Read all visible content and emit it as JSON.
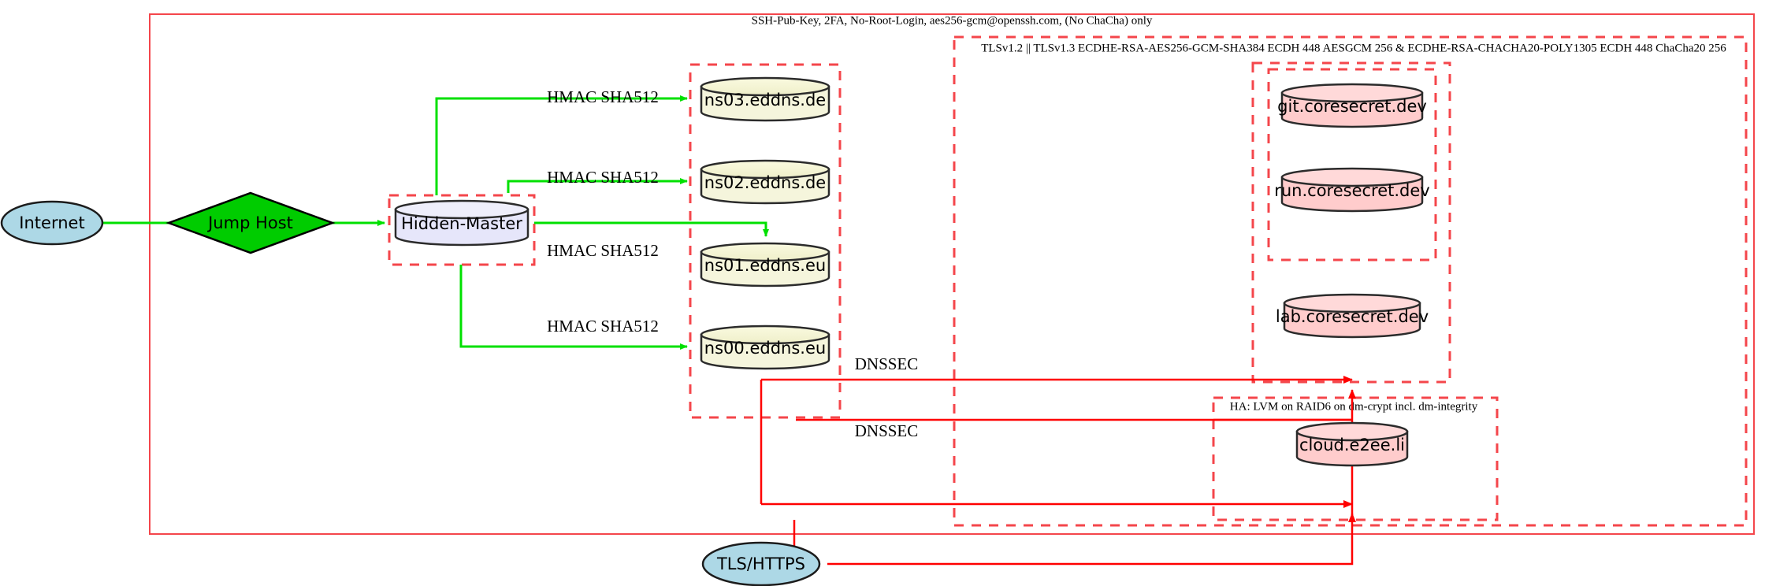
{
  "diagram": {
    "title_top": "SSH-Pub-Key, 2FA, No-Root-Login, aes256-gcm@openssh.com, (No ChaCha) only",
    "clusters": {
      "tls_policy": "TLSv1.2 || TLSv1.3 ECDHE-RSA-AES256-GCM-SHA384 ECDH 448 AESGCM 256 & ECDHE-RSA-CHACHA20-POLY1305 ECDH 448 ChaCha20 256",
      "ha_storage": "HA: LVM on RAID6 on dm-crypt incl. dm-integrity"
    },
    "nodes": {
      "internet": "Internet",
      "jump_host": "Jump Host",
      "hidden_master": "Hidden-Master",
      "ns03": "ns03.eddns.de",
      "ns02": "ns02.eddns.de",
      "ns01": "ns01.eddns.eu",
      "ns00": "ns00.eddns.eu",
      "git": "git.coresecret.dev",
      "run": "run.coresecret.dev",
      "lab": "lab.coresecret.dev",
      "cloud": "cloud.e2ee.li",
      "tls_https": "TLS/HTTPS"
    },
    "edge_labels": {
      "hmac_ns03": "HMAC SHA512",
      "hmac_ns02": "HMAC SHA512",
      "hmac_ns01": "HMAC SHA512",
      "hmac_ns00": "HMAC SHA512",
      "dnssec_upper": "DNSSEC",
      "dnssec_lower": "DNSSEC"
    },
    "colors": {
      "frame_red": "#f4464b",
      "edge_green": "#00e000",
      "edge_red": "#ff0000",
      "node_blue": "#add8e6",
      "node_green": "#00cc00",
      "node_lavender": "#e6e6fa",
      "node_yellow": "#f5f5dc",
      "node_pink": "#ffcccc"
    }
  }
}
